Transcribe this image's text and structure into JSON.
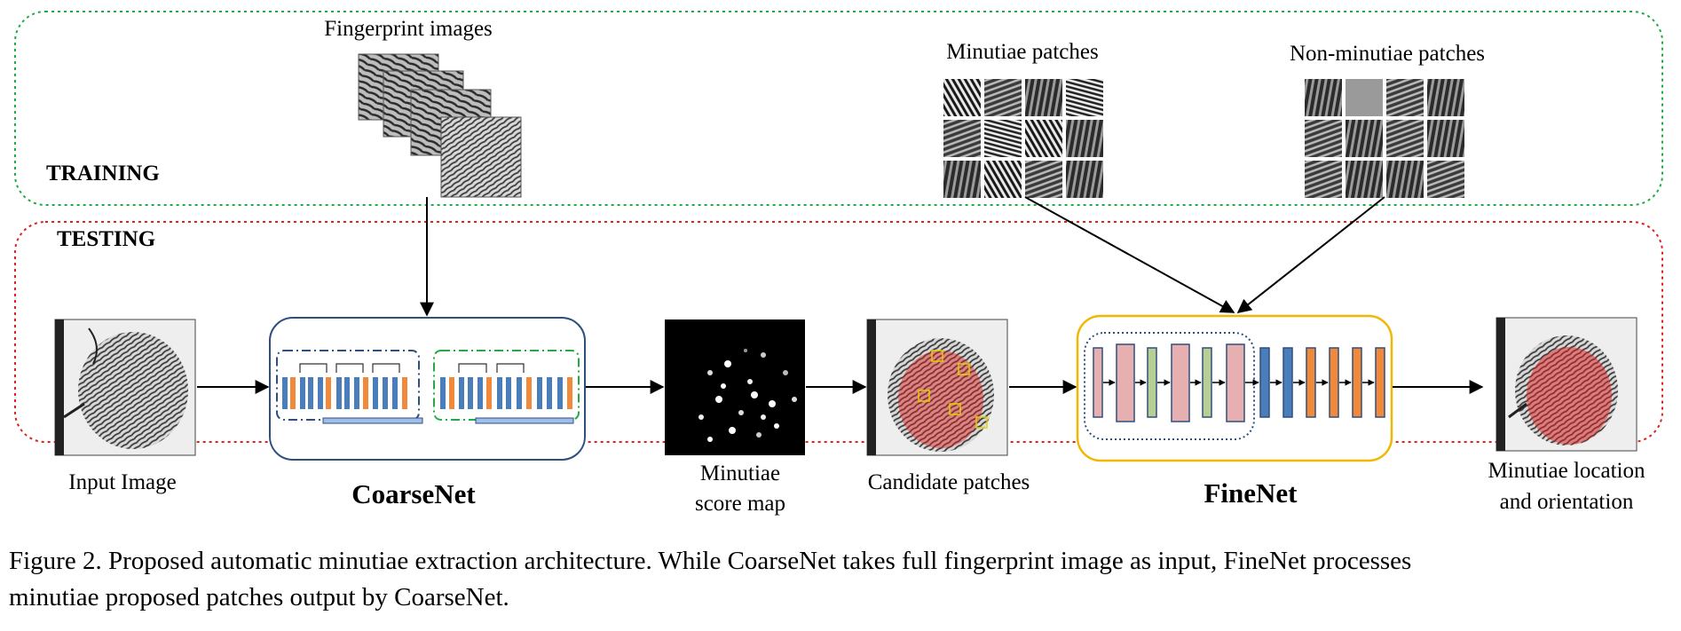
{
  "training": {
    "title": "TRAINING",
    "fingerprint_label": "Fingerprint images",
    "minutiae_label": "Minutiae patches",
    "non_minutiae_label": "Non-minutiae patches"
  },
  "testing": {
    "title": "TESTING",
    "input_label": "Input Image",
    "coarsenet_label": "CoarseNet",
    "score_map_label_1": "Minutiae",
    "score_map_label_2": "score map",
    "candidate_label": "Candidate patches",
    "finenet_label": "FineNet",
    "output_label_1": "Minutiae location",
    "output_label_2": "and orientation"
  },
  "caption": {
    "line1": "Figure 2. Proposed automatic minutiae extraction architecture. While CoarseNet takes full fingerprint image as input, FineNet processes",
    "line2": "minutiae proposed patches output by CoarseNet."
  },
  "colors": {
    "training_border": "#22aa44",
    "testing_border": "#dd2222",
    "coarsenet_border": "#2f4f7f",
    "finenet_border": "#f2b705",
    "layer_blue": "#4a7ebb",
    "layer_orange": "#f0893a",
    "layer_pink": "#e6b0b0",
    "layer_green": "#b8cf94"
  },
  "icons": [
    "fingerprint-image",
    "arrow-icon",
    "network-layer",
    "minutiae-marker"
  ]
}
